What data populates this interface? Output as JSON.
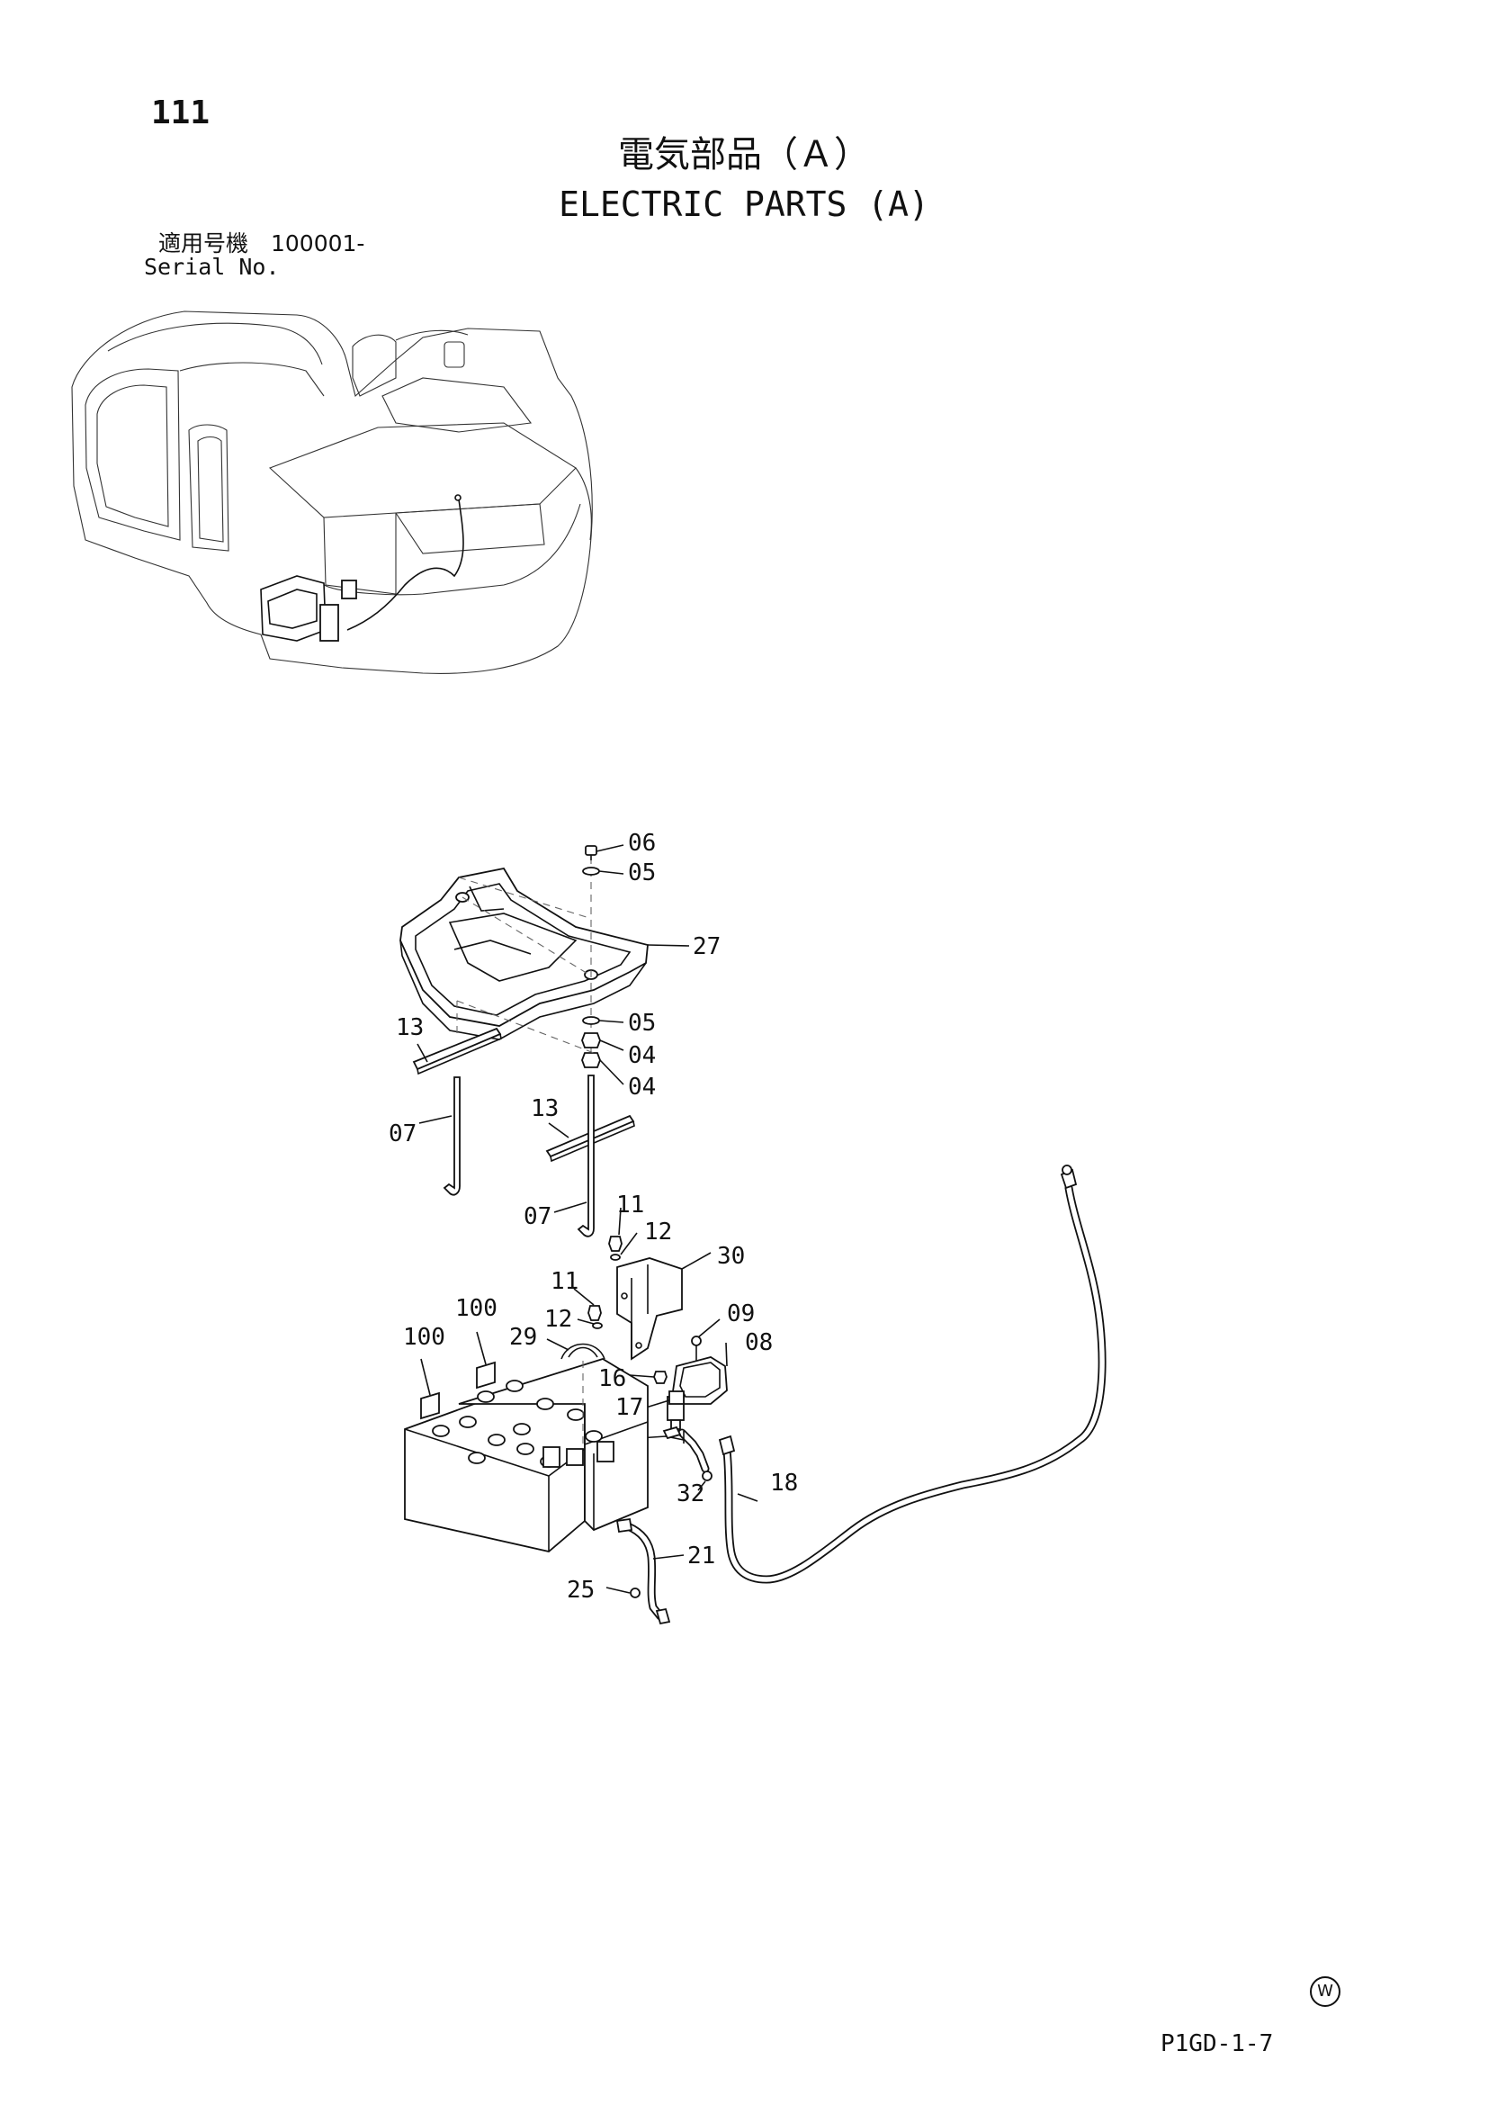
{
  "header": {
    "page_number": "111",
    "title_jp": "電気部品（Ａ）",
    "title_en": "ELECTRIC PARTS (A)",
    "serial_jp": "適用号機　100001-",
    "serial_en": "Serial No."
  },
  "callouts": {
    "c06": "06",
    "c05a": "05",
    "c27": "27",
    "c05b": "05",
    "c04a": "04",
    "c04b": "04",
    "c13a": "13",
    "c13b": "13",
    "c07a": "07",
    "c07b": "07",
    "c11a": "11",
    "c12a": "12",
    "c30": "30",
    "c11b": "11",
    "c12b": "12",
    "c100a": "100",
    "c100b": "100",
    "c29": "29",
    "c09": "09",
    "c08": "08",
    "c16": "16",
    "c17": "17",
    "c32": "32",
    "c18": "18",
    "c21": "21",
    "c25": "25"
  },
  "footer": {
    "mark": "W",
    "page_code": "P1GD-1-7"
  }
}
